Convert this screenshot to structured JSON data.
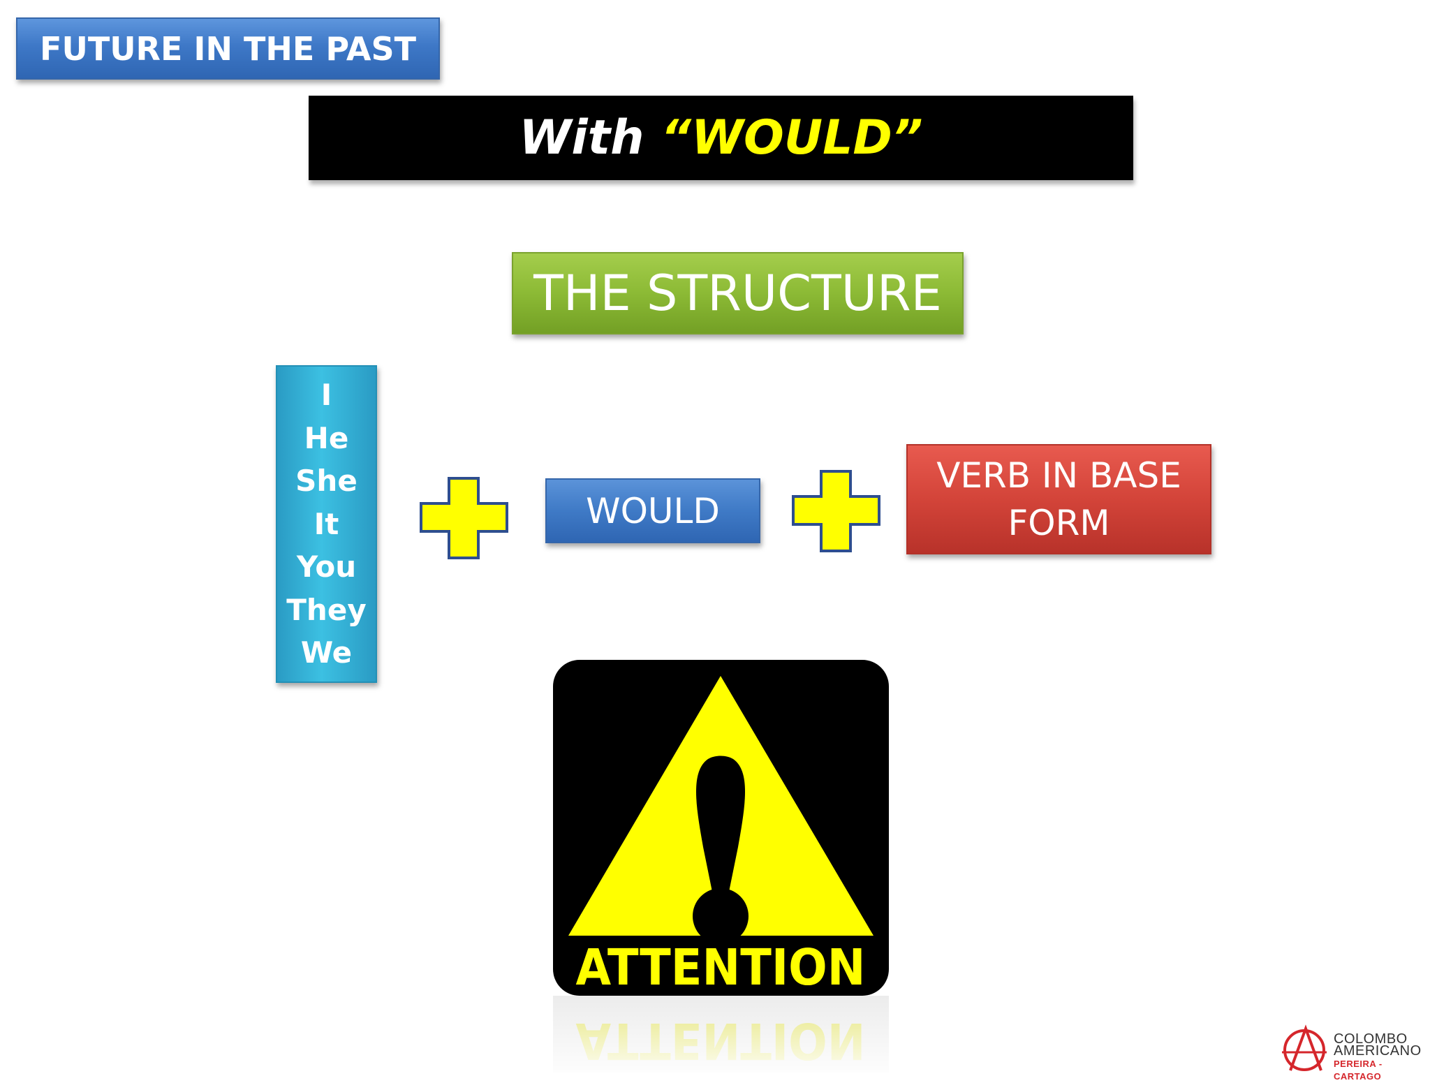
{
  "slide": {
    "topic_label": "FUTURE IN THE PAST",
    "subtitle": {
      "prefix": "With ",
      "highlight": "“WOULD”"
    },
    "structure_label": "THE STRUCTURE",
    "pronouns": [
      "I",
      "He",
      "She",
      "It",
      "You",
      "They",
      "We"
    ],
    "would_label": "WOULD",
    "verb_label": {
      "line1": "VERB IN BASE",
      "line2": "FORM"
    },
    "attention_text": "ATTENTION",
    "logo": {
      "line1": "COLOMBO",
      "line2": "AMERICANO",
      "line3": "PEREIRA - CARTAGO"
    }
  },
  "colors": {
    "plus_fill": "#ffff00",
    "plus_stroke": "#2e4e8f",
    "attention_yellow": "#ffff00",
    "highlight_yellow": "#ffff00",
    "logo_red": "#d5262b"
  }
}
